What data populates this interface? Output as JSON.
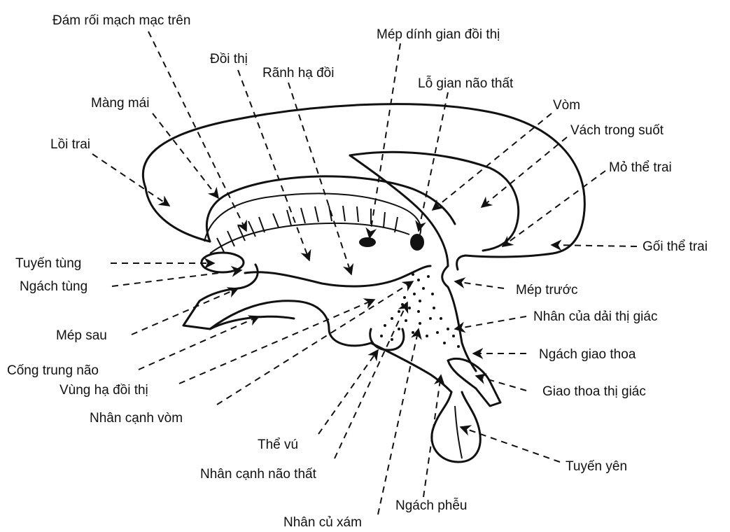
{
  "labels": {
    "dam_roi": "Đám rối mạch mạc trên",
    "doi_thi": "Đồi thị",
    "ranh_ha_doi": "Rãnh hạ đồi",
    "mep_dinh": "Mép dính gian đồi thị",
    "lo_gian": "Lỗ gian não thất",
    "vom": "Vòm",
    "vach_trong_suot": "Vách trong suốt",
    "mo_the_trai": "Mỏ thể trai",
    "goi_the_trai": "Gối thể trai",
    "mang_mai": "Màng mái",
    "loi_trai": "Lồi trai",
    "tuyen_tung": "Tuyến tùng",
    "ngach_tung": "Ngách tùng",
    "mep_truoc": "Mép trước",
    "nhan_dai_thi_giac": "Nhân của dải thị giác",
    "ngach_giao_thoa": "Ngách giao thoa",
    "giao_thoa_thi_giac": "Giao thoa thị giác",
    "mep_sau": "Mép sau",
    "cong_trung_nao": "Cống trung não",
    "vung_ha_doi": "Vùng hạ đồi thị",
    "nhan_canh_vom": "Nhân cạnh vòm",
    "the_vu": "Thể vú",
    "nhan_canh_nao_that": "Nhân cạnh não thất",
    "tuyen_yen": "Tuyến yên",
    "ngach_pheu": "Ngách phễu",
    "nhan_cu_xam": "Nhân củ xám"
  }
}
